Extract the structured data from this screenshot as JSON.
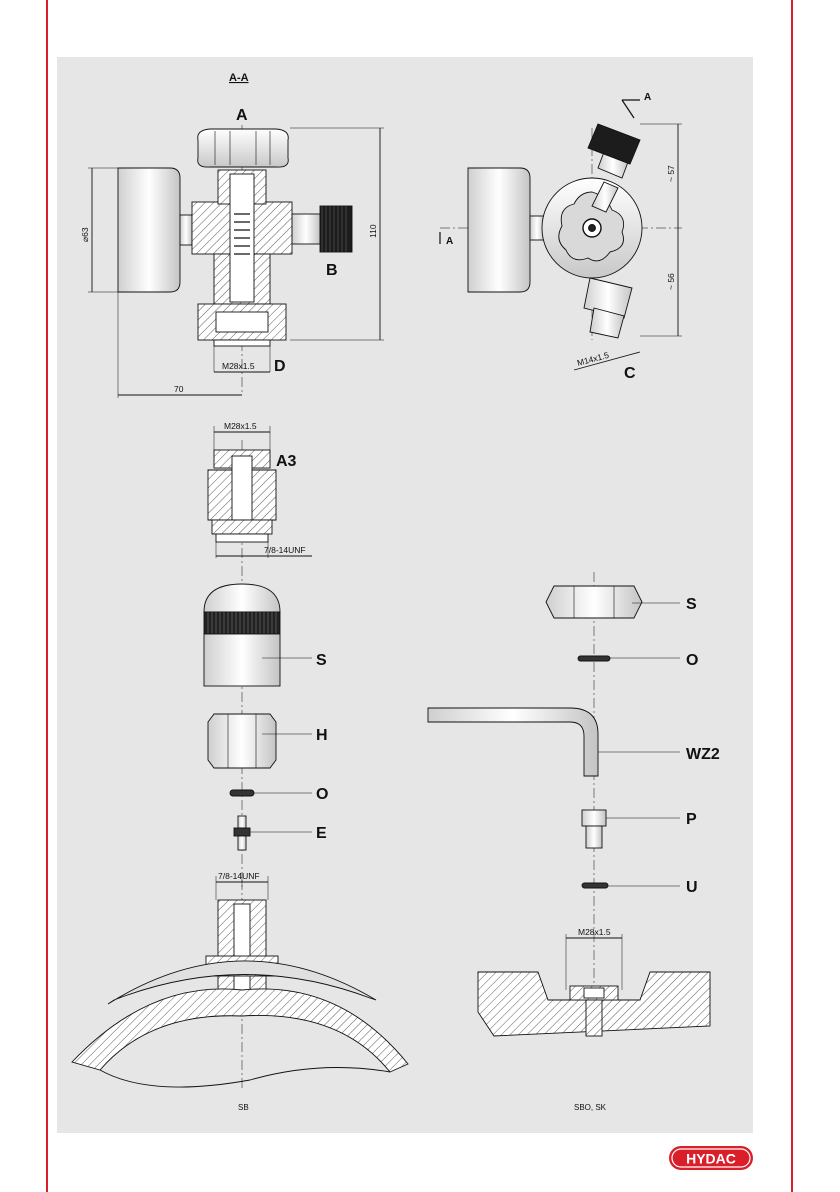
{
  "section_label": "A-A",
  "callouts": {
    "a_top": "A",
    "b": "B",
    "c": "C",
    "d": "D",
    "a3": "A3",
    "s_left": "S",
    "h": "H",
    "o_left": "O",
    "e": "E",
    "s_right": "S",
    "o_right": "O",
    "wz2": "WZ2",
    "p": "P",
    "u": "U",
    "section_right": "A",
    "section_right_left": "A"
  },
  "dimensions": {
    "diameter": "⌀63",
    "height": "110",
    "width": "70",
    "thread_d": "M28x1.5",
    "approx_top": "~ 57",
    "approx_bottom": "~ 56",
    "thread_c": "M14x1.5",
    "thread_a3_top": "M28x1.5",
    "thread_a3_bottom": "7/8-14UNF",
    "thread_sb": "7/8-14UNF",
    "thread_sbo": "M28x1.5"
  },
  "captions": {
    "left": "SB",
    "right": "SBO, SK"
  },
  "brand": {
    "name": "HYDAC",
    "color": "#d9202a"
  },
  "colors": {
    "page_border": "#d9202a",
    "panel": "#e6e6e6",
    "line": "#111111"
  }
}
